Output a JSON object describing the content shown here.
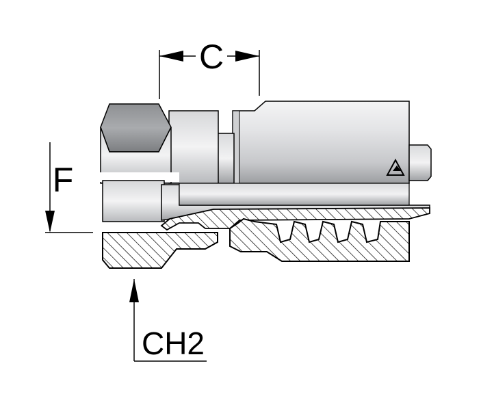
{
  "labels": {
    "dimension_c": "C",
    "dimension_f": "F",
    "dimension_ch2": "CH2"
  },
  "icons": {
    "logo": "triangle-logo-icon"
  },
  "colors": {
    "line": "#000000",
    "body_light": "#e6e7e8",
    "body_mid": "#c9cacc",
    "body_dark": "#8f9194",
    "hatch": "#000000"
  }
}
